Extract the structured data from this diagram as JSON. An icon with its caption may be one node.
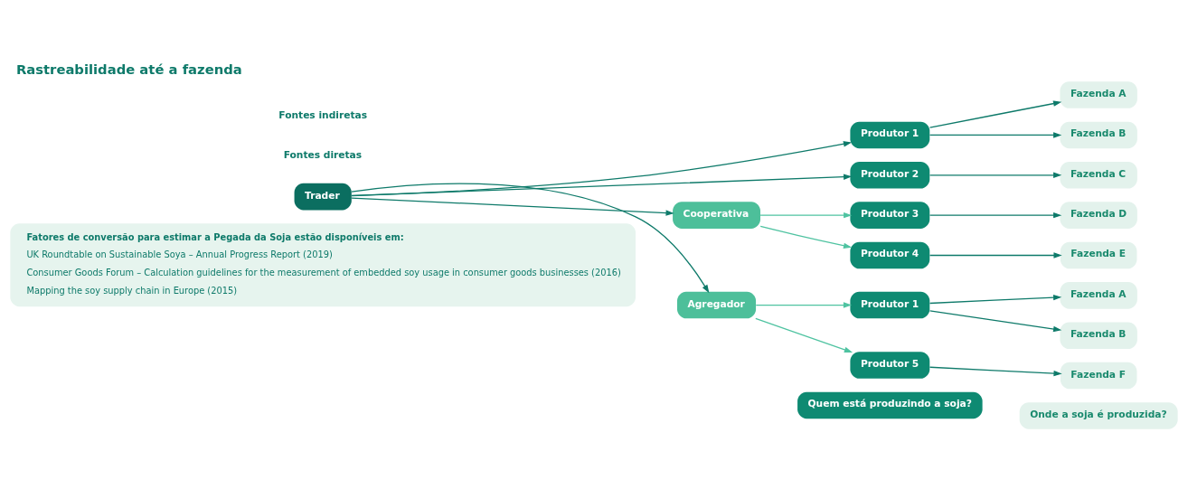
{
  "diagram": {
    "title": "Rastreabilidade até a fazenda",
    "nodes": [
      {
        "text": [
          "Fatores de conversão para estimar a Pegada da Soja estão disponíveis em:",
          "UK Roundtable on Sustainable Soya – Annual Progress Report (2019)",
          "Consumer Goods Forum – Calculation guidelines for the measurement of embedded soy usage in consumer goods businesses (2016)",
          "Mapping the soy supply chain in Europe (2015)"
        ]
      },
      {
        "text": [
          "Quem está produzindo a soja?"
        ]
      },
      {
        "text": [
          "Onde a soja é produzida?"
        ]
      },
      {
        "text": [
          "Trader"
        ]
      },
      {
        "text": [
          "Produtor 1"
        ]
      },
      {
        "text": [
          "Fazenda A"
        ]
      },
      {
        "text": [
          "Fazenda B"
        ]
      },
      {
        "text": [
          "Produtor 2"
        ]
      },
      {
        "text": [
          "Fazenda C"
        ]
      },
      {
        "text": [
          "Cooperativa"
        ]
      },
      {
        "text": [
          "Produtor 3"
        ]
      },
      {
        "text": [
          "Fazenda D"
        ]
      },
      {
        "text": [
          "Produtor 4"
        ]
      },
      {
        "text": [
          "Fazenda E"
        ]
      },
      {
        "text": [
          "Agregador"
        ]
      },
      {
        "text": [
          "Produtor 1"
        ]
      },
      {
        "text": [
          "Fazenda A"
        ]
      },
      {
        "text": [
          "Fazenda B"
        ]
      },
      {
        "text": [
          "Produtor 5"
        ]
      },
      {
        "text": [
          "Fazenda F"
        ]
      }
    ],
    "edges": [
      {
        "from": 3,
        "to": 4,
        "arrow": "to"
      },
      {
        "from": 4,
        "to": 5,
        "arrow": "to"
      },
      {
        "from": 4,
        "to": 6,
        "arrow": "to"
      },
      {
        "from": 3,
        "to": 7,
        "arrow": "to"
      },
      {
        "from": 7,
        "to": 8,
        "arrow": "to"
      },
      {
        "from": 3,
        "to": 9,
        "arrow": "to"
      },
      {
        "from": 9,
        "to": 10,
        "arrow": "to",
        "color": "#4fc3a1"
      },
      {
        "from": 9,
        "to": 12,
        "arrow": "to",
        "color": "#4fc3a1"
      },
      {
        "from": 10,
        "to": 11,
        "arrow": "to"
      },
      {
        "from": 12,
        "to": 13,
        "arrow": "to"
      },
      {
        "from": 3,
        "to": 14,
        "arrow": "to"
      },
      {
        "from": 14,
        "to": 15,
        "arrow": "to",
        "color": "#4fc3a1"
      },
      {
        "from": 14,
        "to": 18,
        "arrow": "to",
        "color": "#4fc3a1"
      },
      {
        "from": 15,
        "to": 16,
        "arrow": "to"
      },
      {
        "from": 15,
        "to": 17,
        "arrow": "to"
      },
      {
        "from": 18,
        "to": 19,
        "arrow": "to"
      }
    ],
    "labels": [
      "Fontes diretas",
      "Fontes indiretas"
    ]
  }
}
